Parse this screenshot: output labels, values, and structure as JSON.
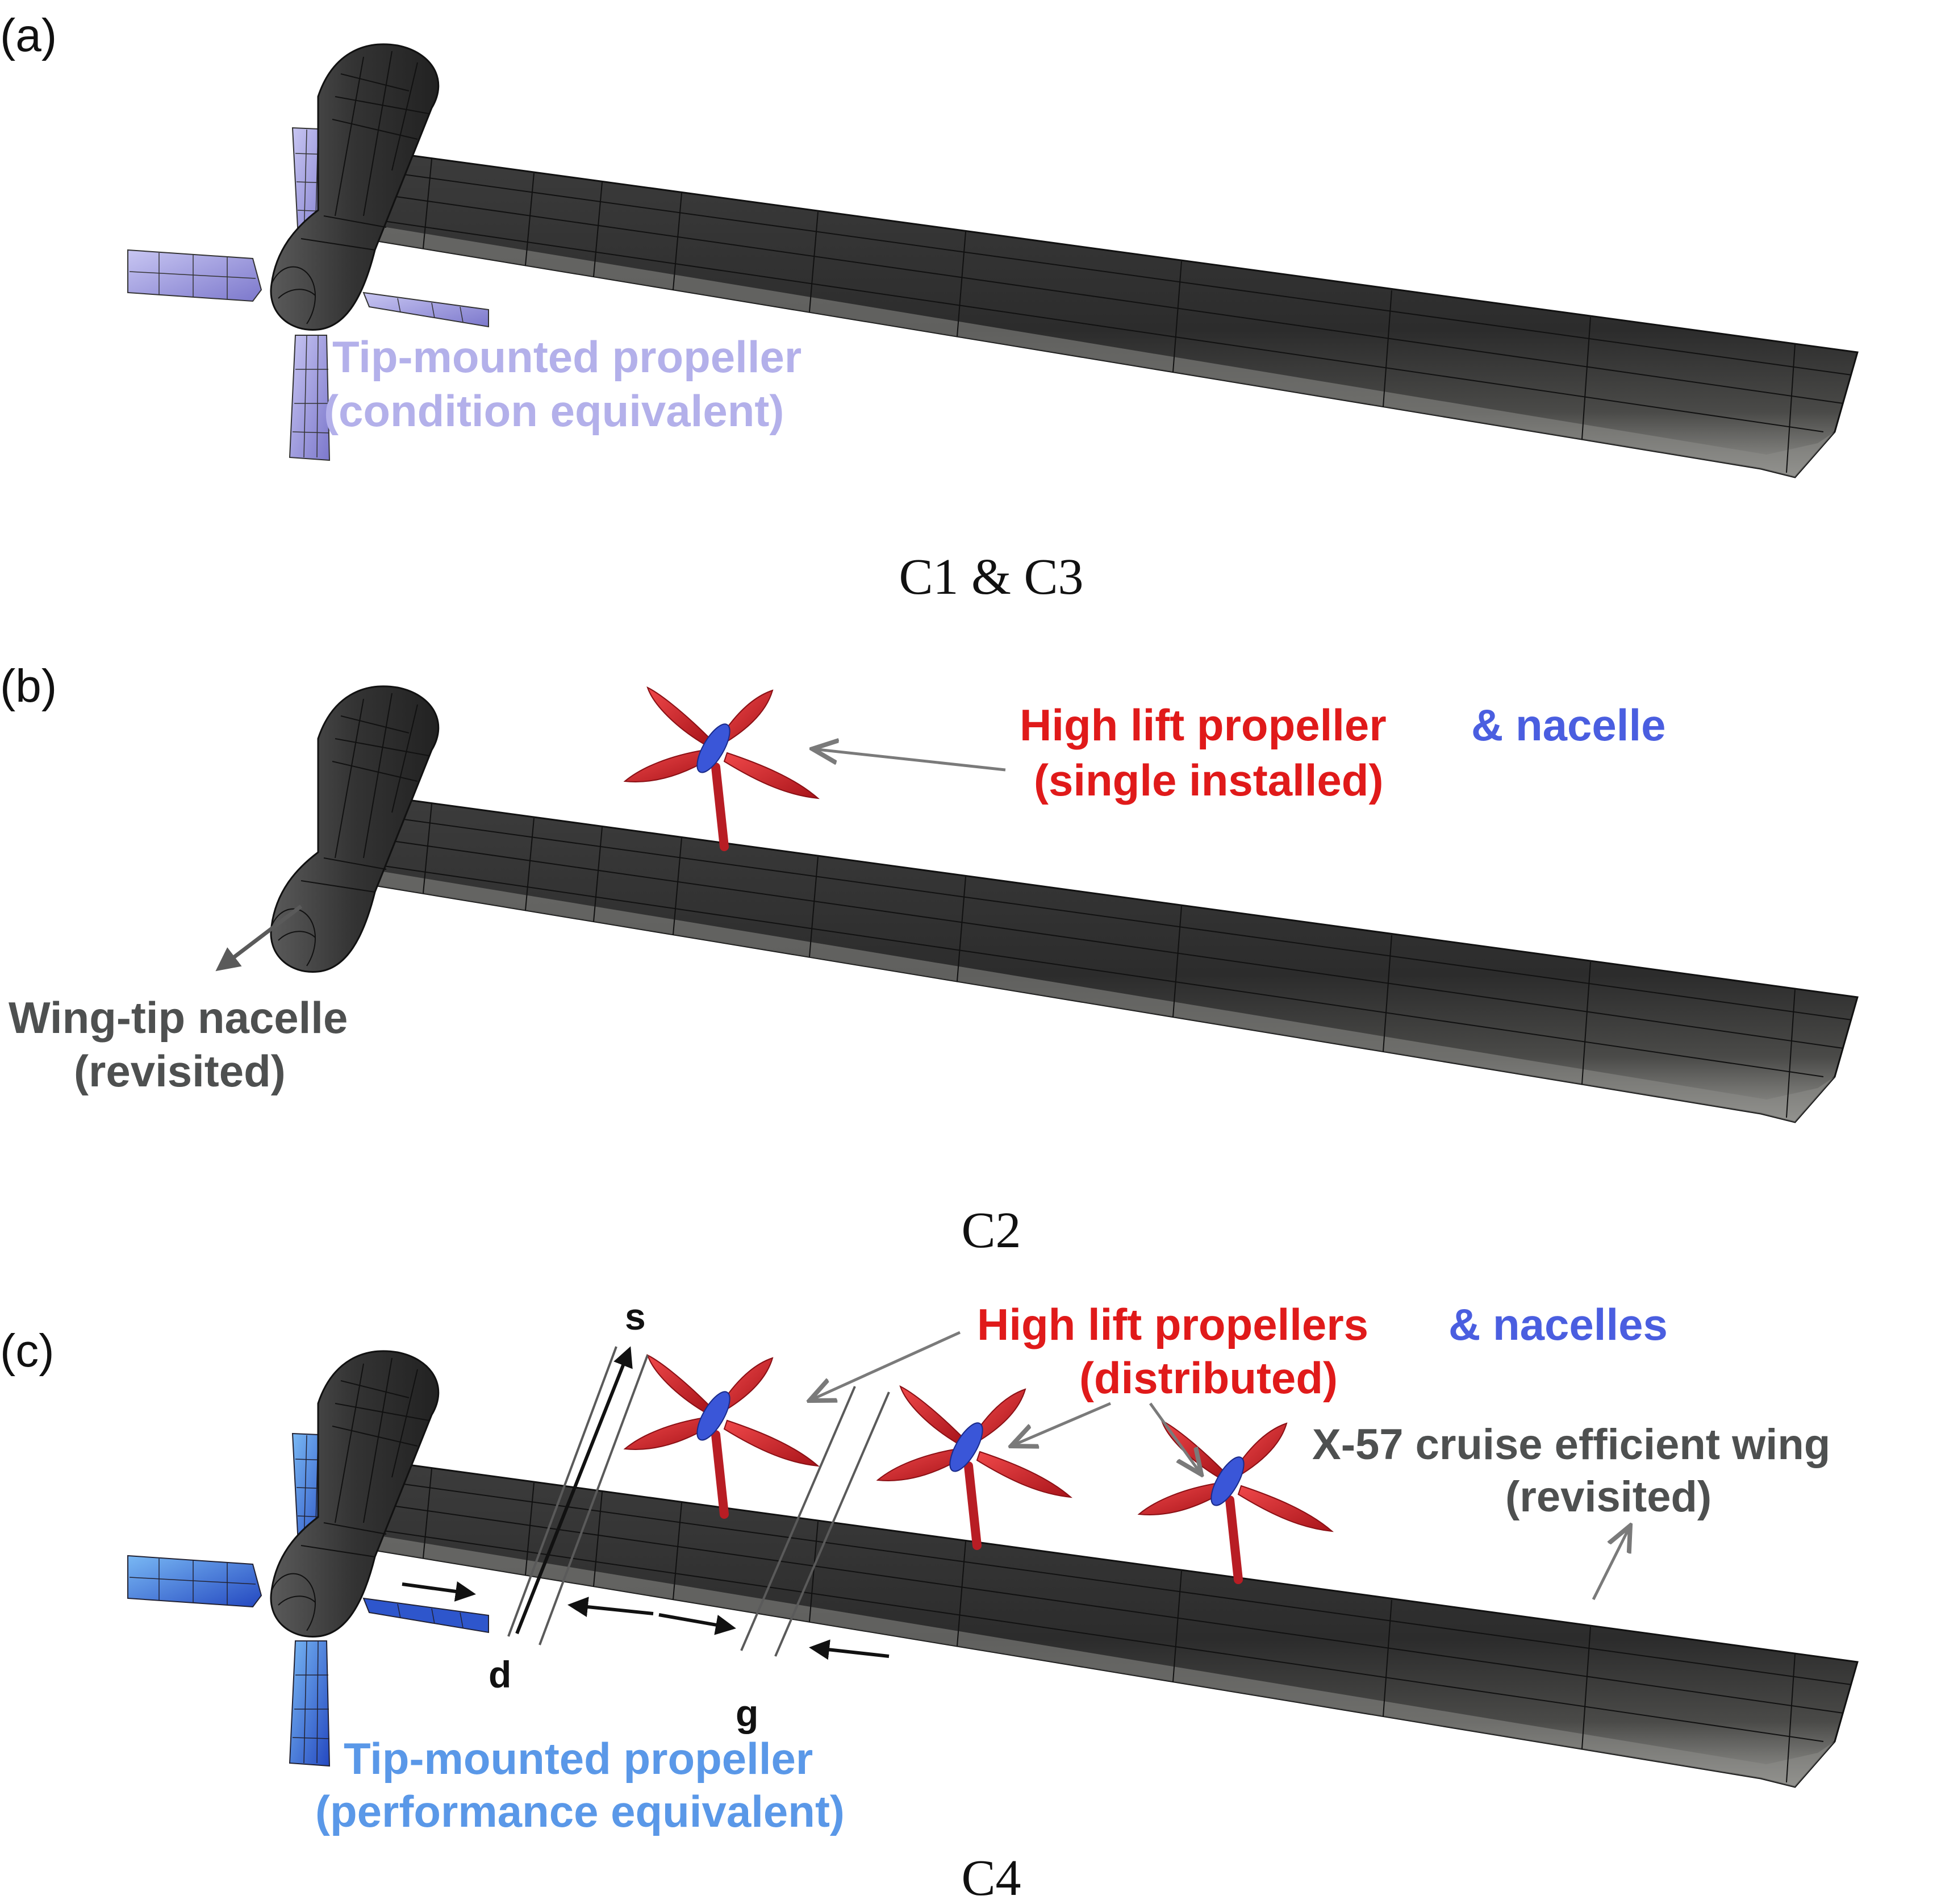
{
  "colors": {
    "wing_dark": "#2f2f2f",
    "wing_mid": "#474747",
    "wing_light": "#8a8a88",
    "mesh": "#111111",
    "prop_lavender": "#a9a6e6",
    "prop_lavender_dark": "#6a66c2",
    "prop_blue": "#5aa0ee",
    "prop_blue_dark": "#2b57c8",
    "hl_red": "#d9242a",
    "hl_blue": "#3a56d8",
    "label_gray": "#4e5050",
    "label_lavender": "#b3b0ea",
    "label_red": "#e01a1a",
    "label_blue": "#4a5ee0",
    "label_lightblue": "#5a98e8",
    "arrow_gray": "#7a7a7a"
  },
  "panels": [
    {
      "id": "(a)",
      "caption": "C1 & C3",
      "labels": {
        "tip_prop_line1": "Tip-mounted propeller",
        "tip_prop_line2": "(condition equivalent)"
      }
    },
    {
      "id": "(b)",
      "caption": "C2",
      "labels": {
        "hl_red_line1": "High lift propeller",
        "hl_blue_line1": "& nacelle",
        "hl_line2": "(single installed)",
        "nacelle_line1": "Wing-tip nacelle",
        "nacelle_line2": "(revisited)"
      }
    },
    {
      "id": "(c)",
      "caption": "C4",
      "labels": {
        "hl_red_line1": "High lift propellers",
        "hl_blue_line1": "& nacelles",
        "hl_line2": "(distributed)",
        "wing_line1": "X-57 cruise efficient wing",
        "wing_line2": "(revisited)",
        "tip_prop_line1": "Tip-mounted propeller",
        "tip_prop_line2": "(performance equivalent)",
        "dim_s": "s",
        "dim_d": "d",
        "dim_g": "g"
      }
    }
  ]
}
